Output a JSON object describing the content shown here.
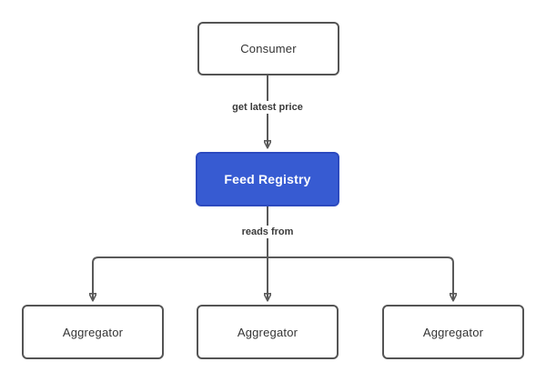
{
  "diagram": {
    "type": "flowchart",
    "colors": {
      "bg": "#ffffff",
      "node_fill": "#ffffff",
      "node_border": "#545454",
      "node_text": "#333333",
      "accent_fill": "#375BD2",
      "accent_border": "#2c4abf",
      "accent_text": "#ffffff",
      "connector": "#595959",
      "label_text": "#3a3a3a"
    },
    "nodes": {
      "consumer": {
        "label": "Consumer"
      },
      "feed_registry": {
        "label": "Feed Registry"
      },
      "aggregator_1": {
        "label": "Aggregator"
      },
      "aggregator_2": {
        "label": "Aggregator"
      },
      "aggregator_3": {
        "label": "Aggregator"
      }
    },
    "edges": {
      "consumer_to_registry": {
        "label": "get latest price",
        "from": "consumer",
        "to": "feed_registry"
      },
      "registry_to_aggregators": {
        "label": "reads from",
        "from": "feed_registry",
        "to": "aggregator_1, aggregator_2, aggregator_3"
      }
    }
  }
}
